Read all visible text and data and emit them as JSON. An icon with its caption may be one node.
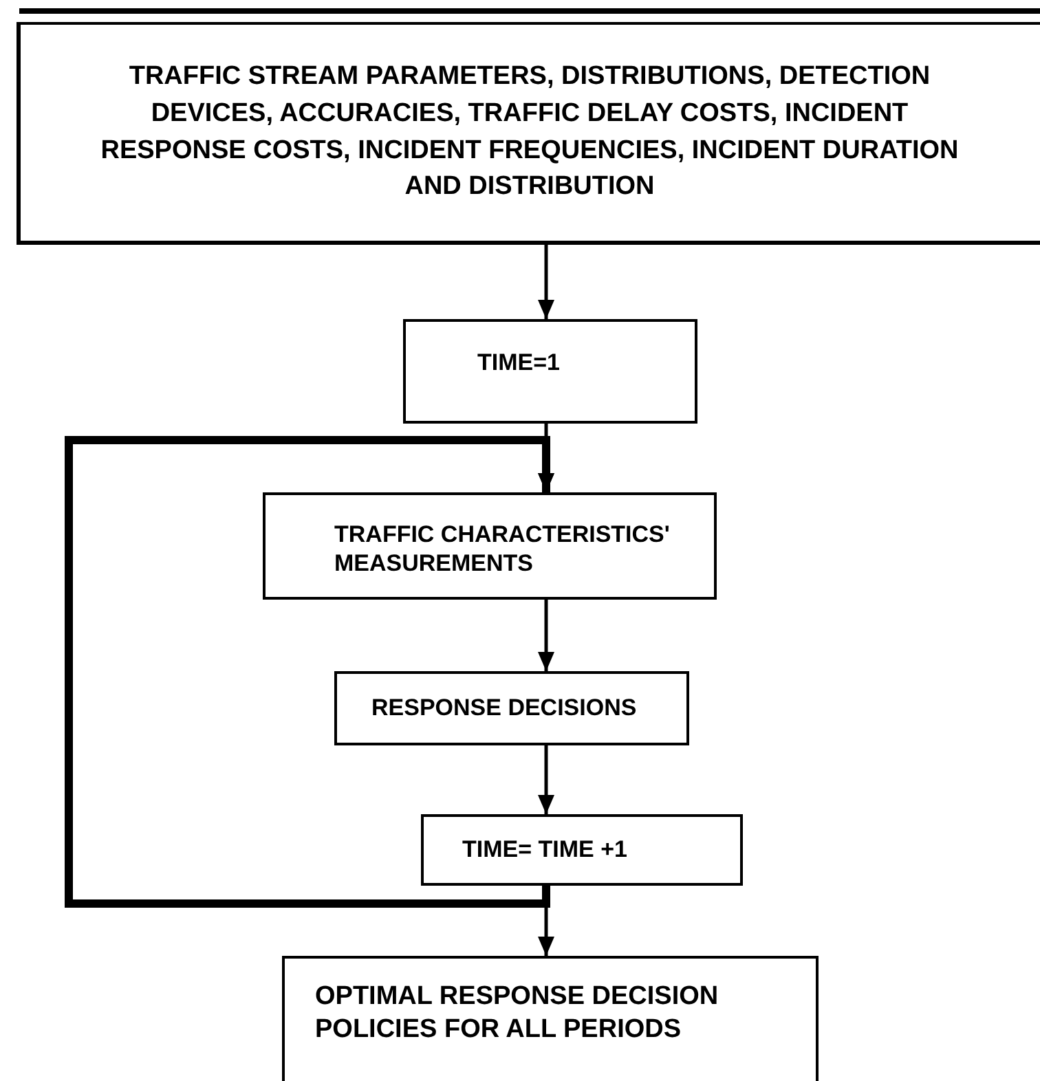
{
  "diagram": {
    "nodes": [
      {
        "text": [
          "TRAFFIC STREAM PARAMETERS, DISTRIBUTIONS, DETECTION DEVICES, ACCURACIES, TRAFFIC DELAY COSTS, INCIDENT RESPONSE COSTS, INCIDENT FREQUENCIES, INCIDENT DURATION AND DISTRIBUTION"
        ]
      },
      {
        "text": [
          "TIME=1"
        ]
      },
      {
        "text": [
          "TRAFFIC CHARACTERISTICS' MEASUREMENTS"
        ]
      },
      {
        "text": [
          "RESPONSE DECISIONS"
        ]
      },
      {
        "text": [
          "TIME= TIME +1"
        ]
      },
      {
        "text": [
          "OPTIMAL RESPONSE DECISION POLICIES FOR ALL PERIODS"
        ]
      }
    ],
    "edges": [
      {
        "from": 0,
        "to": 1,
        "arrow": "to"
      },
      {
        "from": 1,
        "to": 2,
        "arrow": "to"
      },
      {
        "from": 2,
        "to": 3,
        "arrow": "to"
      },
      {
        "from": 3,
        "to": 4,
        "arrow": "to"
      },
      {
        "from": 4,
        "to": 5,
        "arrow": "to"
      },
      {
        "from": 4,
        "to": 2,
        "arrow": "to",
        "style": "thick"
      }
    ]
  }
}
